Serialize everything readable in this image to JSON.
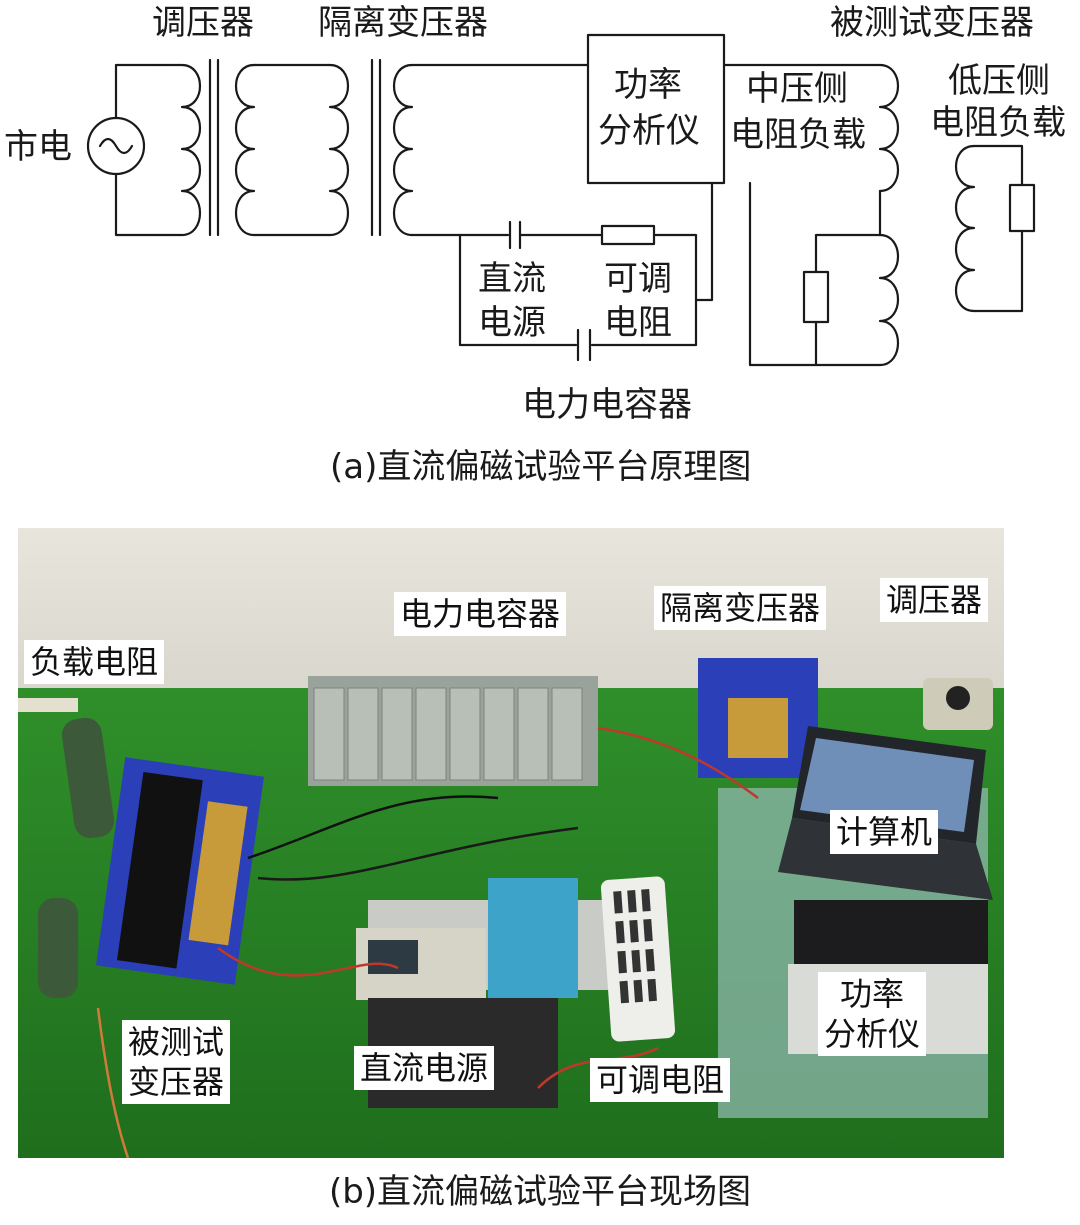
{
  "schematic": {
    "labels": {
      "grid": "市电",
      "regulator": "调压器",
      "isolation_transformer": "隔离变压器",
      "test_transformer": "被测试变压器",
      "power_analyzer_line1": "功率",
      "power_analyzer_line2": "分析仪",
      "mv_load_line1": "中压侧",
      "mv_load_line2": "电阻负载",
      "lv_load_line1": "低压侧",
      "lv_load_line2": "电阻负载",
      "dc_source_line1": "直流",
      "dc_source_line2": "电源",
      "adj_resistor_line1": "可调",
      "adj_resistor_line2": "电阻",
      "capacitor": "电力电容器"
    },
    "caption": "(a)直流偏磁试验平台原理图"
  },
  "photo": {
    "tags": {
      "load_resistor": "负载电阻",
      "power_capacitor": "电力电容器",
      "isolation_transformer": "隔离变压器",
      "regulator": "调压器",
      "computer": "计算机",
      "test_transformer": "被测试\n变压器",
      "dc_source": "直流电源",
      "adj_resistor": "可调电阻",
      "power_analyzer": "功率\n分析仪"
    },
    "caption": "(b)直流偏磁试验平台现场图"
  }
}
